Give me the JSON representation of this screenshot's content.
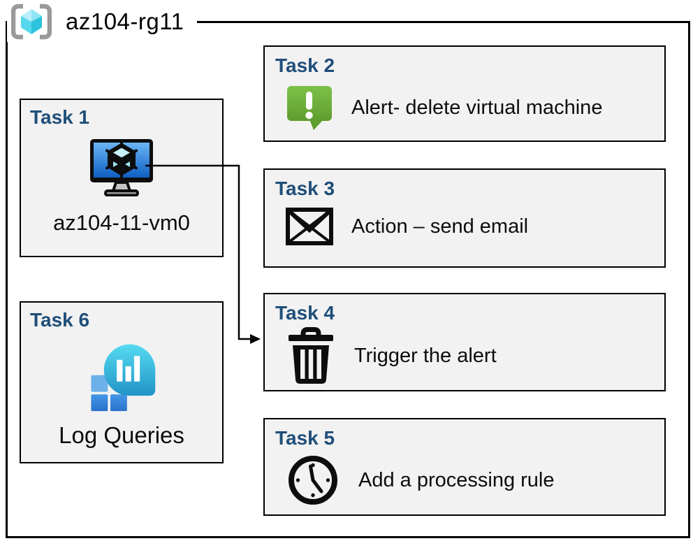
{
  "header": {
    "title": "az104-rg11",
    "icon": "resource-group-icon"
  },
  "tasks": [
    {
      "title": "Task 1",
      "label": "az104-11-vm0",
      "icon": "virtual-machine-icon"
    },
    {
      "title": "Task 2",
      "label": "Alert- delete virtual machine",
      "icon": "alert-message-icon"
    },
    {
      "title": "Task 3",
      "label": "Action – send email",
      "icon": "email-envelope-icon"
    },
    {
      "title": "Task 4",
      "label": "Trigger the alert",
      "icon": "trash-icon"
    },
    {
      "title": "Task 5",
      "label": "Add a processing rule",
      "icon": "clock-icon"
    },
    {
      "title": "Task 6",
      "label": "Log Queries",
      "icon": "log-analytics-icon"
    }
  ],
  "connector": {
    "from": "Task 1",
    "to": "Task 4"
  },
  "colors": {
    "task_title_blue": "#1F4E79",
    "box_fill": "#F2F2F2",
    "border_black": "#000000",
    "alert_green_top": "#7DC24A",
    "alert_green_bottom": "#5F9D2E",
    "vm_screen_top": "#6AB5F4",
    "vm_screen_bottom": "#0E5FC4",
    "log_bubble_top": "#55DBF0",
    "log_bubble_bottom": "#1F8FC6",
    "log_square_blue": "#3A8BDE",
    "rg_cube_cyan": "#55D8EC",
    "bracket_gray": "#9A9A9A"
  }
}
